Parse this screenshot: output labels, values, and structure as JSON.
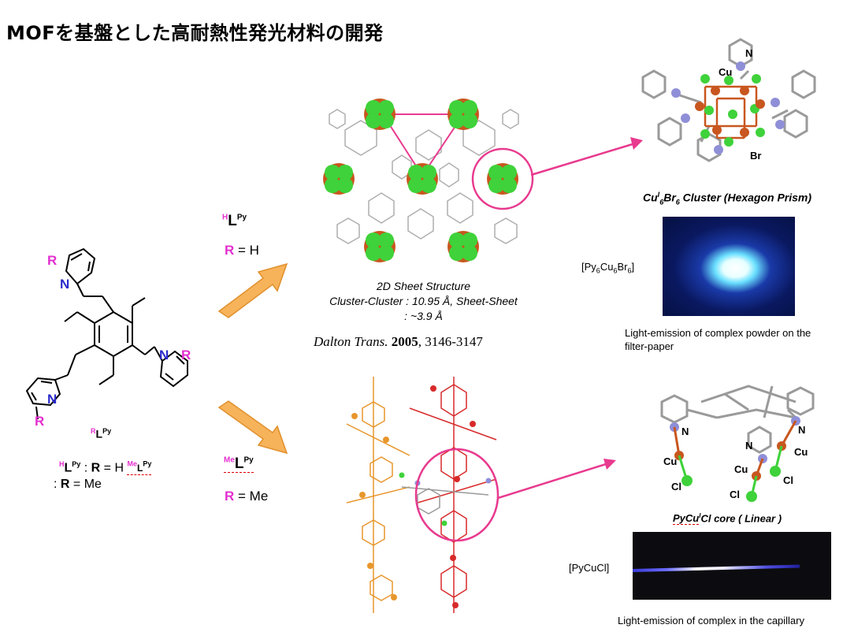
{
  "title": "MOFを基盤とした高耐熱性発光材料の開発",
  "ligand": {
    "h_ligand_sup": "H",
    "h_ligand_main": "L",
    "h_ligand_py": "Py",
    "r_eq_h_r": "R",
    "r_eq_h_text": "= H",
    "me_ligand_sup": "Me",
    "me_ligand_main": "L",
    "me_ligand_py": "Py",
    "r_eq_me_r": "R",
    "r_eq_me_text": "= Me",
    "generic_sup": "R",
    "generic_main": "L",
    "generic_py": "Py",
    "legend_line1_sup": "H",
    "legend_line1_main": "L",
    "legend_line1_py": "Py",
    "legend_line1_r": "R",
    "legend_line1_rest": "= H",
    "legend_line1_me_sup": "Me",
    "legend_line1_me_main": "L",
    "legend_line1_me_py": "Py",
    "legend_line2_colon": ":",
    "legend_line2_r": "R",
    "legend_line2_rest": "= Me",
    "atom_r": "R",
    "atom_n": "N"
  },
  "sheet": {
    "caption_line1": "2D Sheet Structure",
    "caption_line2": "Cluster-Cluster : 10.95 Å, Sheet-Sheet",
    "caption_line3": ": ~3.9 Å",
    "reference_journal": "Dalton Trans.",
    "reference_year": "2005",
    "reference_pages": ", 3146-3147"
  },
  "cluster_top": {
    "label_cu": "Cu",
    "label_n": "N",
    "label_br": "Br",
    "caption": "CuI6Br6 Cluster (Hexagon Prism)",
    "caption_cu": "Cu",
    "caption_i": "I",
    "caption_6a": "6",
    "caption_br": "Br",
    "caption_6b": "6",
    "caption_rest": " Cluster (Hexagon Prism)",
    "photo_label": "[Py6Cu6Br6]",
    "photo_label_py": "[Py",
    "photo_label_6a": "6",
    "photo_label_cu": "Cu",
    "photo_label_6b": "6",
    "photo_label_br": "Br",
    "photo_label_6c": "6",
    "photo_label_end": "]",
    "emission_note": "Light-emission of complex powder on the filter-paper"
  },
  "cluster_bottom": {
    "label_n1": "N",
    "label_cu1": "Cu",
    "label_cl1": "Cl",
    "label_n2": "N",
    "label_cu2": "Cu",
    "label_cl2": "Cl",
    "label_n3": "N",
    "label_cu3": "Cu",
    "label_cl3": "Cl",
    "caption_pycu": "PyCu",
    "caption_i": "I",
    "caption_rest": "Cl core ( Linear )",
    "photo_label": "[PyCuCl]",
    "emission_note": "Light-emission of complex in the capillary"
  },
  "colors": {
    "accent_pink": "#e32fd0",
    "arrow_orange": "#f7b35a",
    "arrow_line": "#e8407f",
    "cu_orange": "#c8561e",
    "br_green": "#3fd23a",
    "n_blue": "#8f8fd8"
  }
}
